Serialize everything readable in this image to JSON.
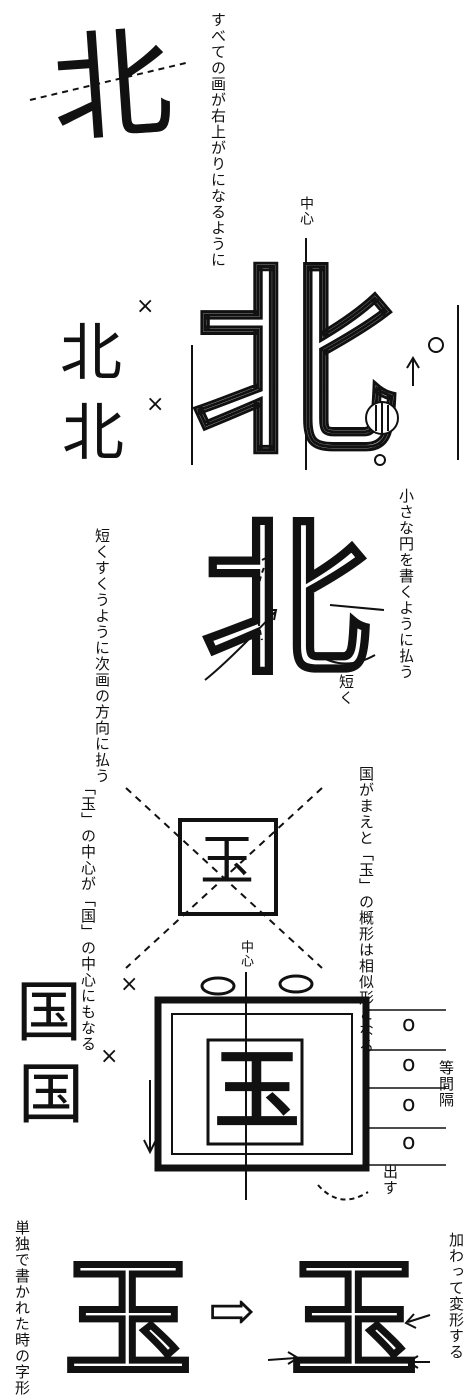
{
  "section1": {
    "note": "すべての画が右上がりになるように",
    "example_char": "北"
  },
  "section2": {
    "center_label": "中心",
    "main_char": "北",
    "wrong_example_1": "北",
    "wrong_example_2": "北",
    "x_mark": "×"
  },
  "section3": {
    "note_right": "小さな円を書くように払う",
    "note_left": "短くすくうように次画の方向に払う",
    "short_label": "短く",
    "main_char": "北"
  },
  "section4": {
    "note_right": "国がまえと「玉」の概形は相似形となる",
    "note_left": "「玉」の中心が「国」の中心にもなる",
    "center_label": "中心",
    "equal_spacing": "等間隔",
    "extend_label": "出す",
    "circle_mark": "o",
    "main_char": "国",
    "inner_char": "玉",
    "wrong_example_1": "国",
    "wrong_example_2": "国",
    "x_mark": "×"
  },
  "section5": {
    "note_left": "単独で書かれた時の字形",
    "note_right": "加わって変形する",
    "arrow": "⇨",
    "char_before": "玉",
    "char_after": "玉"
  }
}
